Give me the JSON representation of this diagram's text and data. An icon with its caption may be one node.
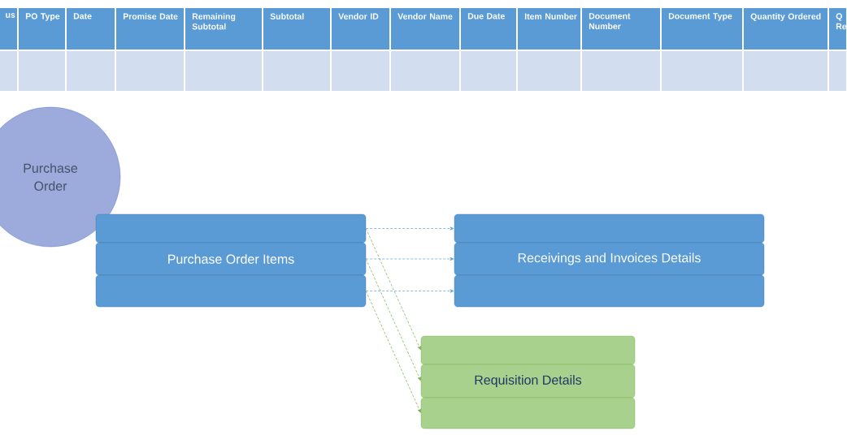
{
  "diagram": {
    "nodes": [
      {
        "text": [
          "Purchase Order"
        ]
      },
      {
        "text": [],
        "shape": "box"
      },
      {
        "text": [
          "Purchase Order Items"
        ]
      },
      {
        "text": [],
        "shape": "box"
      },
      {
        "text": [],
        "shape": "box"
      },
      {
        "text": [
          "Receivings and Invoices Details"
        ]
      },
      {
        "text": [],
        "shape": "box"
      },
      {
        "text": [],
        "shape": "box"
      },
      {
        "text": [
          "Requisition Details"
        ]
      },
      {
        "text": [],
        "shape": "box"
      }
    ],
    "edges": [
      {
        "from": 1,
        "to": 4,
        "arrow": "to",
        "style": "dashed",
        "color": "#5b9bd5"
      },
      {
        "from": 2,
        "to": 5,
        "arrow": "to",
        "style": "dashed",
        "color": "#5b9bd5"
      },
      {
        "from": 3,
        "to": 6,
        "arrow": "to",
        "style": "dashed",
        "color": "#5b9bd5"
      },
      {
        "from": 1,
        "to": 7,
        "arrow": "to",
        "style": "dashed",
        "color": "#70ad47"
      },
      {
        "from": 2,
        "to": 8,
        "arrow": "to",
        "style": "dashed",
        "color": "#70ad47"
      },
      {
        "from": 3,
        "to": 9,
        "arrow": "to",
        "style": "dashed",
        "color": "#70ad47"
      }
    ],
    "labels": [
      "us",
      "PO Type",
      "Date",
      "Promise Date",
      "Remaining Subtotal",
      "Subtotal",
      "Vendor ID",
      "Vendor Name",
      "Due Date",
      "Item Number",
      "Document Number",
      "Document Type",
      "Quantity Ordered",
      "Q Re"
    ]
  }
}
